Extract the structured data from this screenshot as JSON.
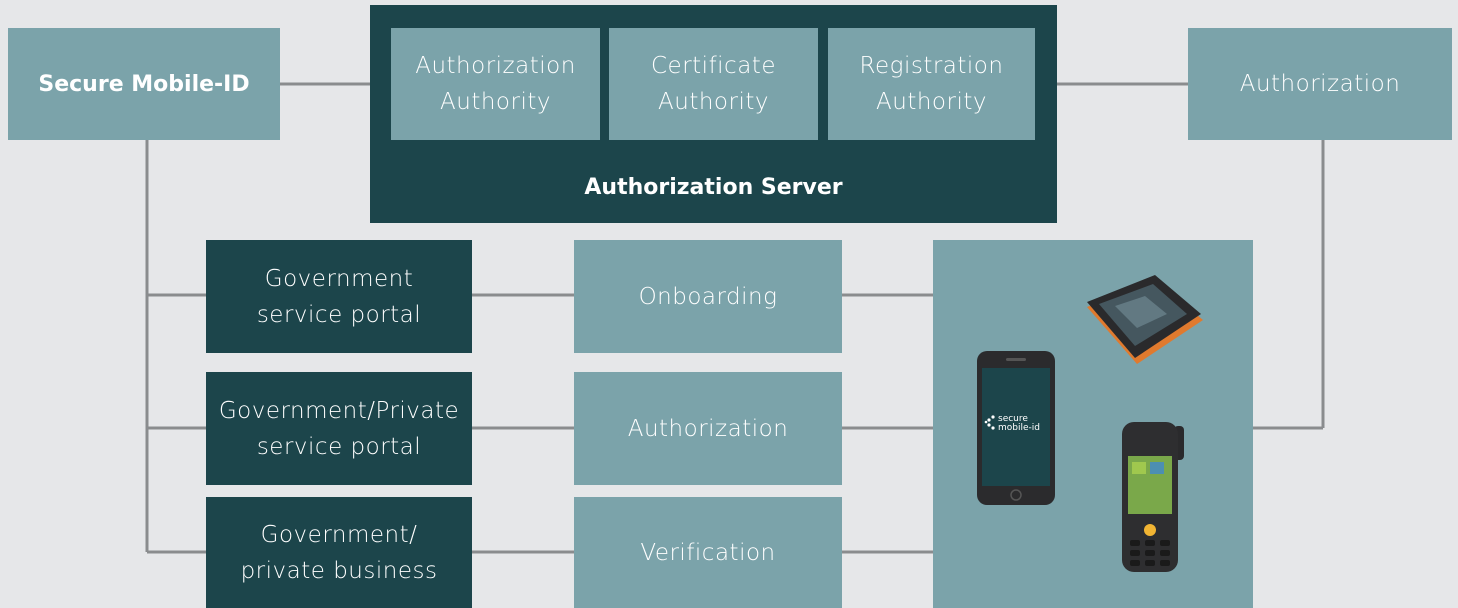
{
  "nodes": {
    "secure_mobile_id": "Secure Mobile-ID",
    "authorization_server": "Authorization Server",
    "authorization_authority": [
      "Authorization",
      "Authority"
    ],
    "certificate_authority": [
      "Certificate",
      "Authority"
    ],
    "registration_authority": [
      "Registration",
      "Authority"
    ],
    "authorization_right": "Authorization",
    "gov_service_portal": [
      "Government",
      "service portal"
    ],
    "gov_private_service_portal": [
      "Government/Private",
      "service portal"
    ],
    "gov_private_business": [
      "Government/",
      "private business"
    ],
    "onboarding": "Onboarding",
    "authorization_mid": "Authorization",
    "verification": "Verification"
  },
  "devices": {
    "phone_logo_line1": "secure",
    "phone_logo_line2": "mobile-id"
  },
  "colors": {
    "background": "#e6e7e9",
    "light_box": "#7ba3aa",
    "dark_box": "#1c454b",
    "connector": "#8a8c8e"
  }
}
